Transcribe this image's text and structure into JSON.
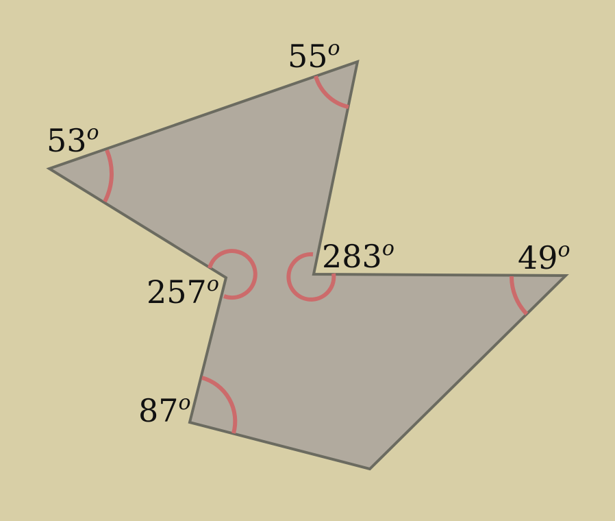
{
  "colors": {
    "background": "#d8cfa6",
    "polygon_fill": "#b1aa9e",
    "polygon_stroke": "#6b6b60",
    "angle_arc": "#cc6b6b",
    "label_text": "#111111"
  },
  "angles": [
    {
      "id": "vertex-top",
      "value": "55",
      "unit": "o"
    },
    {
      "id": "vertex-left",
      "value": "53",
      "unit": "o"
    },
    {
      "id": "vertex-inner-left",
      "value": "257",
      "unit": "o"
    },
    {
      "id": "vertex-inner-center",
      "value": "283",
      "unit": "o"
    },
    {
      "id": "vertex-right",
      "value": "49",
      "unit": "o"
    },
    {
      "id": "vertex-bottom-left",
      "value": "87",
      "unit": "o"
    }
  ]
}
